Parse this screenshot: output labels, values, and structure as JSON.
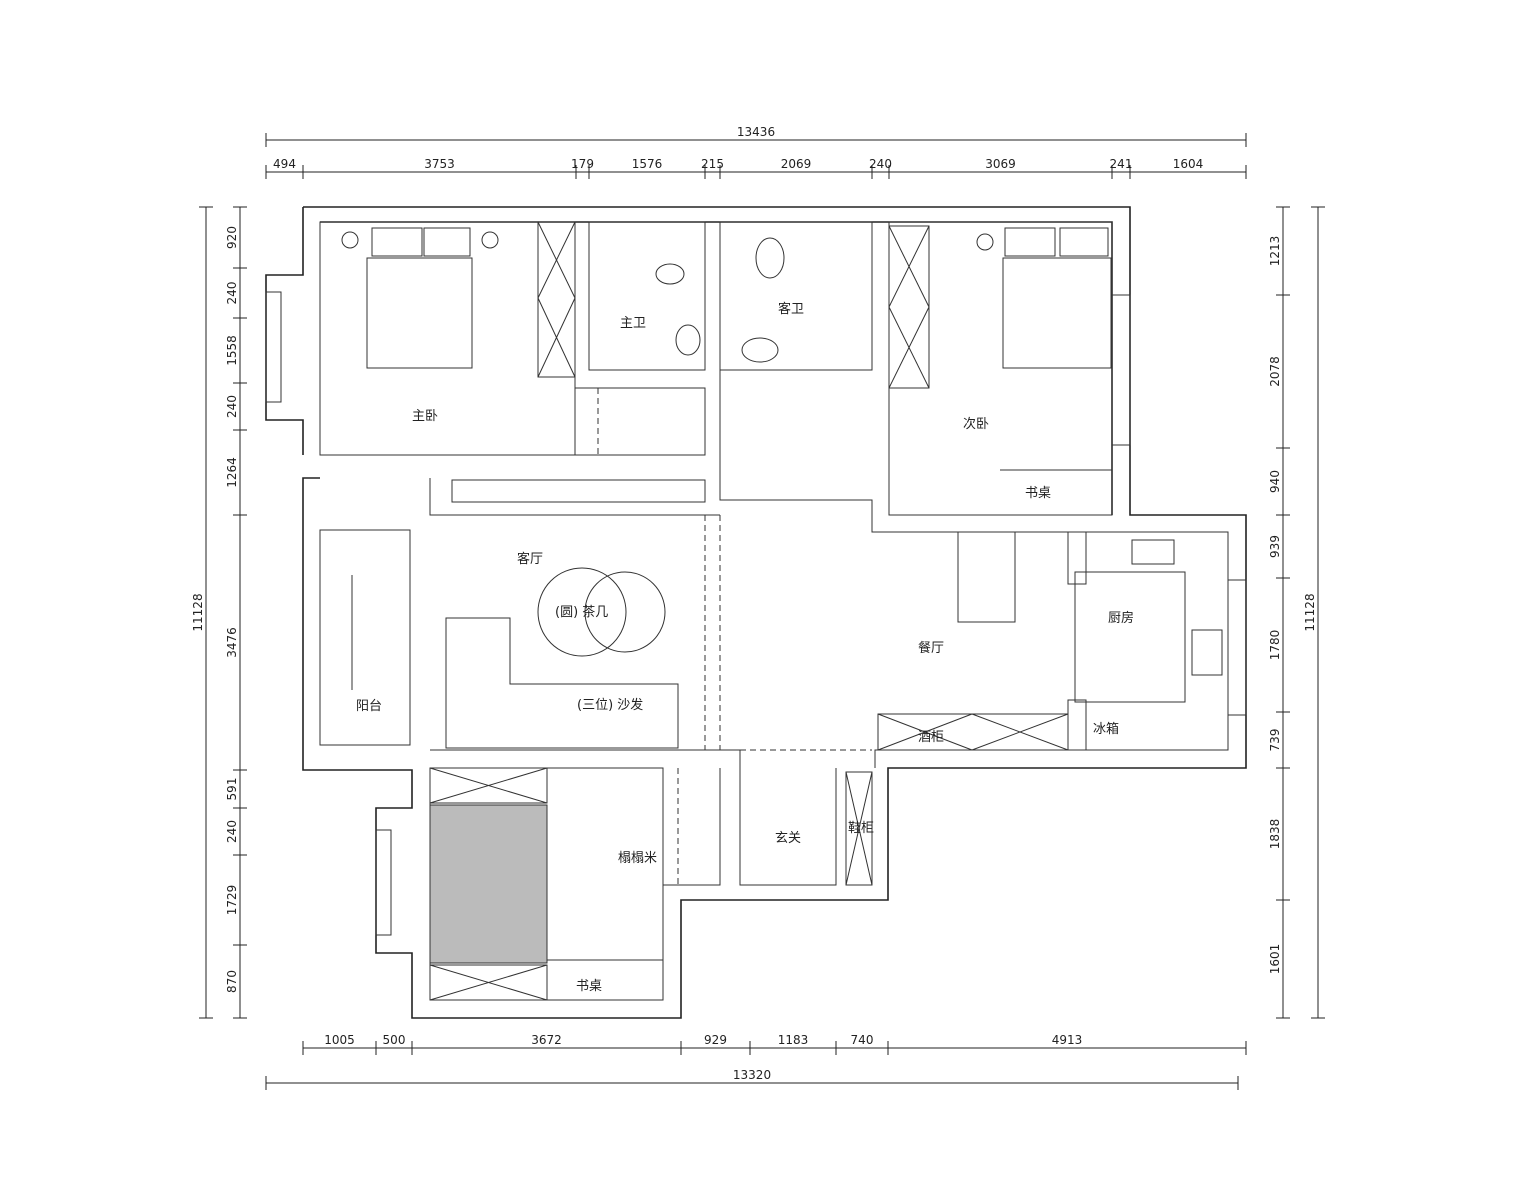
{
  "dimensions": {
    "top_total": "13436",
    "top": [
      "494",
      "3753",
      "179",
      "1576",
      "215",
      "2069",
      "240",
      "3069",
      "241",
      "1604"
    ],
    "bottom": [
      "1005",
      "500",
      "3672",
      "929",
      "1183",
      "740",
      "4913"
    ],
    "bottom_total": "13320",
    "left": [
      "920",
      "240",
      "1558",
      "240",
      "1264",
      "3476",
      "591",
      "240",
      "1729",
      "870"
    ],
    "left_total": "11128",
    "right": [
      "1213",
      "2078",
      "940",
      "939",
      "1780",
      "739",
      "1838",
      "1601"
    ],
    "right_total": "11128"
  },
  "rooms": {
    "master_bedroom": "主卧",
    "master_bath": "主卫",
    "guest_bath": "客卫",
    "second_bedroom": "次卧",
    "desk_1": "书桌",
    "living_room": "客厅",
    "dining_room": "餐厅",
    "kitchen": "厨房",
    "balcony": "阳台",
    "tatami": "榻榻米",
    "entrance": "玄关",
    "wine_cabinet": "酒柜",
    "fridge": "冰箱",
    "shoe_cabinet": "鞋柜",
    "sofa": "(三位) 沙发",
    "coffee_table": "(圆) 茶几",
    "desk_2": "书桌"
  }
}
